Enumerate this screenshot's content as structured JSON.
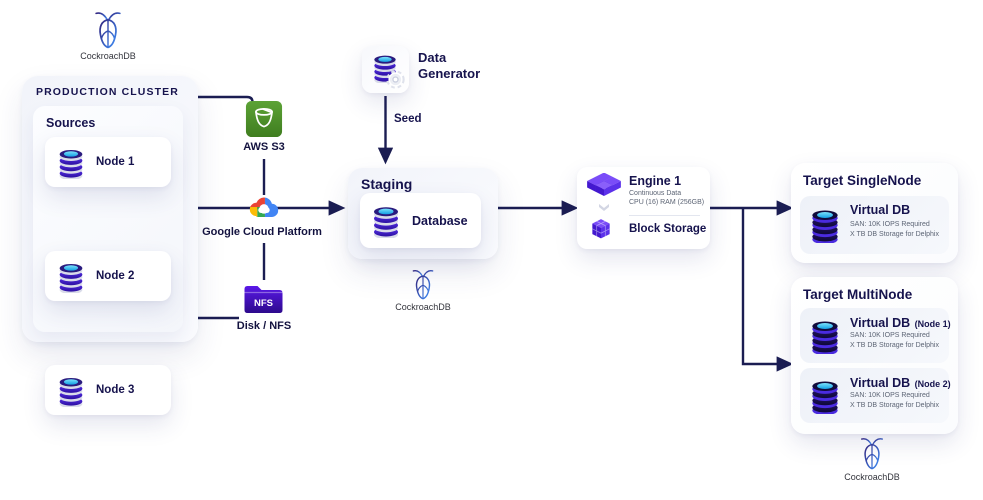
{
  "logos": {
    "top": "CockroachDB",
    "staging": "CockroachDB",
    "bottom": "CockroachDB"
  },
  "production_cluster": {
    "title": "PRODUCTION CLUSTER",
    "sources_title": "Sources",
    "nodes": [
      {
        "label": "Node 1"
      },
      {
        "label": "Node 2"
      },
      {
        "label": "Node 3"
      }
    ]
  },
  "aws_s3": {
    "label": "AWS S3"
  },
  "google_cloud": {
    "label": "Google Cloud Platform"
  },
  "nfs": {
    "folder_text": "NFS",
    "label": "Disk / NFS"
  },
  "data_generator": {
    "label": "Data Generator",
    "seed_arrow_label": "Seed"
  },
  "staging": {
    "title": "Staging",
    "database_label": "Database"
  },
  "engine": {
    "title": "Engine 1",
    "subtitle1": "Continuous Data",
    "subtitle2": "CPU (16) RAM (256GB)",
    "block_storage_label": "Block Storage"
  },
  "target_singlenode": {
    "title": "Target SingleNode",
    "vdb": {
      "name": "Virtual DB",
      "spec1": "SAN: 10K IOPS Required",
      "spec2": "X TB DB Storage for Delphix"
    }
  },
  "target_multinode": {
    "title": "Target MultiNode",
    "vdbs": [
      {
        "name": "Virtual DB",
        "suffix": "(Node 1)",
        "spec1": "SAN: 10K IOPS Required",
        "spec2": "X TB DB Storage for Delphix"
      },
      {
        "name": "Virtual DB",
        "suffix": "(Node 2)",
        "spec1": "SAN: 10K IOPS Required",
        "spec2": "X TB DB Storage for Delphix"
      }
    ]
  },
  "colors": {
    "connector_line": "#1b1d52",
    "accent_indigo": "#4318d0",
    "aws_green": "#4f8c2a",
    "nfs_purple": "#3c0dc2",
    "db_top_cyan": "#2fc1f0"
  }
}
